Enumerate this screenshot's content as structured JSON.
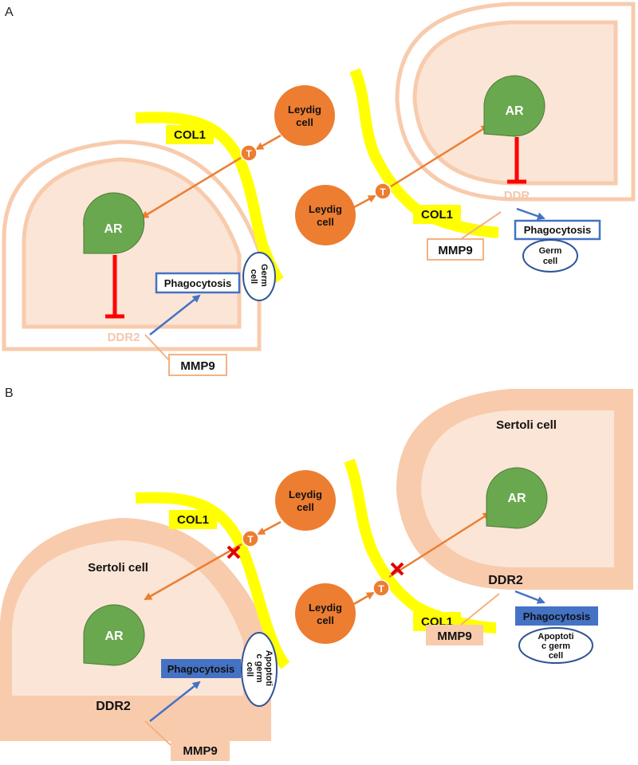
{
  "panels": {
    "a": {
      "letter": "A"
    },
    "b": {
      "letter": "B"
    }
  },
  "labels": {
    "ar": "AR",
    "leydig": [
      "Leydig",
      "cell"
    ],
    "t": "T",
    "col1": "COL1",
    "mmp9": "MMP9",
    "phagocytosis": "Phagocytosis",
    "germ_cell": [
      "Germ",
      "cell"
    ],
    "apoptotic_germ_cell": [
      "Apoptoti",
      "c germ",
      "cell"
    ],
    "ddr2": "DDR2",
    "ddr_truncated": "DDR",
    "sertoli": "Sertoli cell"
  },
  "colors": {
    "ar_green": "#6aa84f",
    "leydig_orange": "#ed7d31",
    "col1_yellow": "#ffff00",
    "sertoli_pale": "#fbe5d6",
    "sertoli_border": "#f4b183",
    "sertoli_fill_b": "#f8cbad",
    "inhibit_red": "#ff0000",
    "phago_blue": "#4472c4",
    "block_x_red": "#e00000"
  }
}
